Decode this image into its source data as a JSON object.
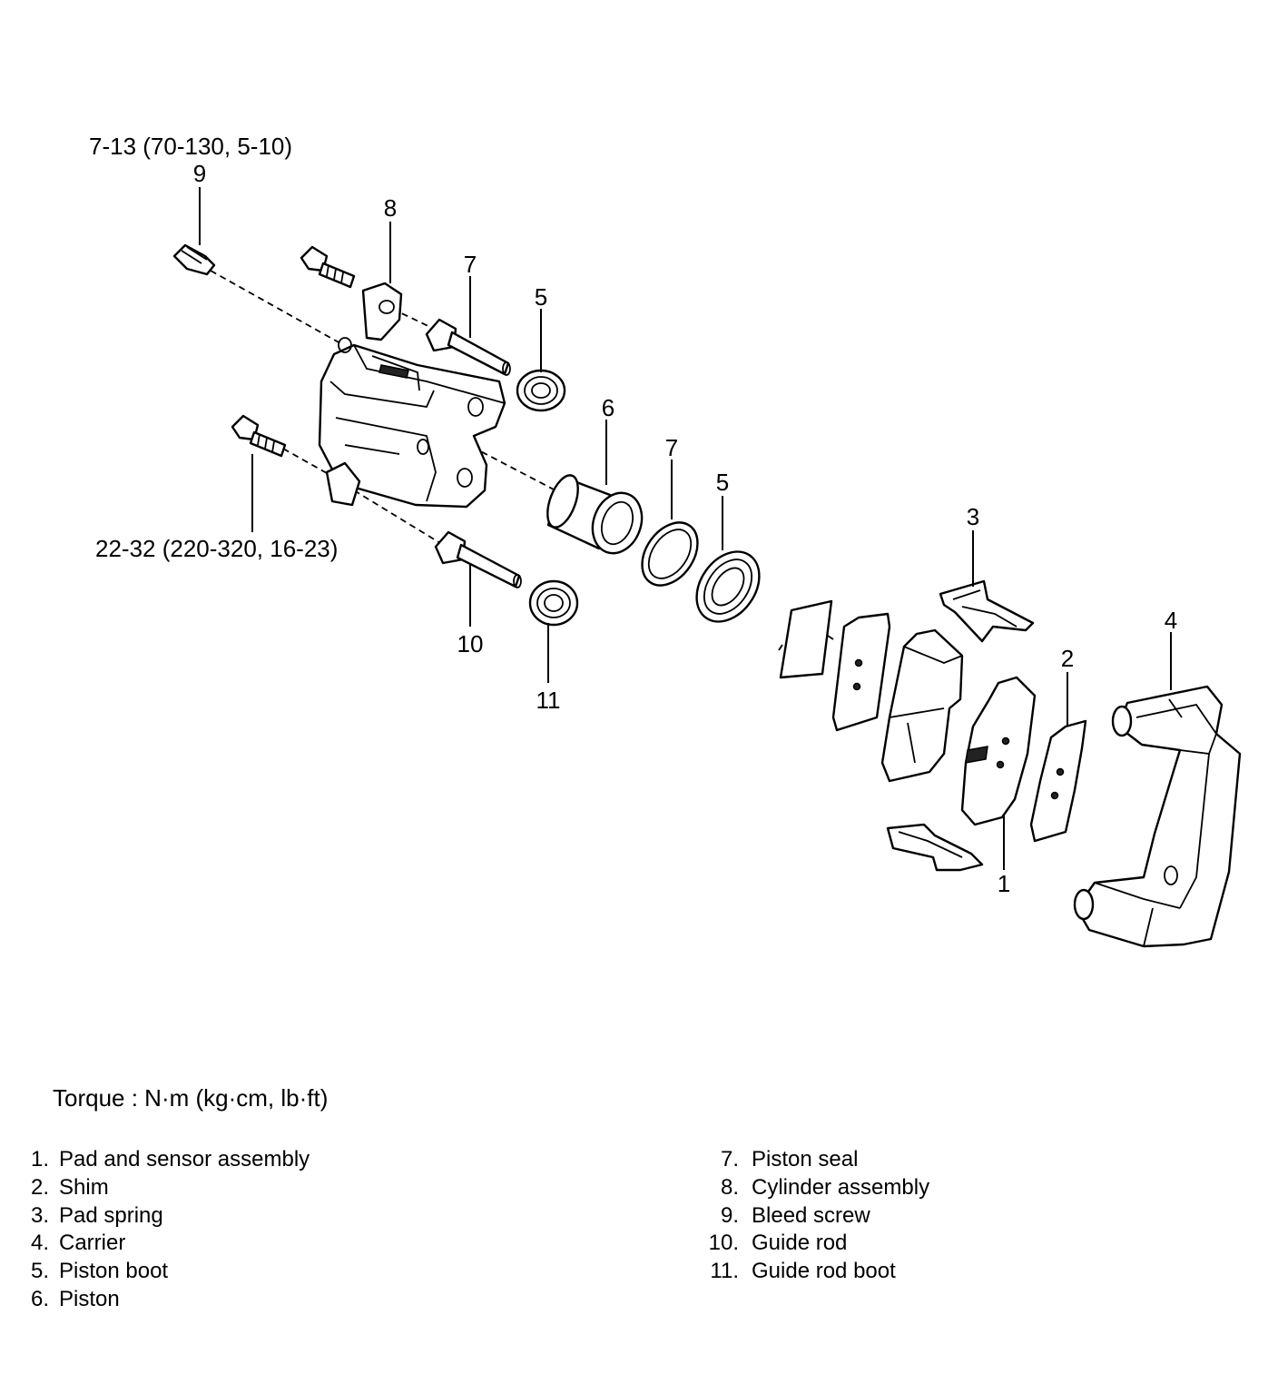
{
  "torque_specs": {
    "bleed_screw": "7-13 (70-130, 5-10)",
    "guide_bolts": "22-32 (220-320, 16-23)"
  },
  "callouts": [
    "1",
    "2",
    "3",
    "4",
    "5",
    "6",
    "7",
    "8",
    "9",
    "10",
    "11"
  ],
  "torque_note": "Torque : N·m (kg·cm, lb·ft)",
  "legend_left": [
    {
      "num": "1.",
      "text": "Pad and sensor assembly"
    },
    {
      "num": "2.",
      "text": "Shim"
    },
    {
      "num": "3.",
      "text": "Pad spring"
    },
    {
      "num": "4.",
      "text": "Carrier"
    },
    {
      "num": "5.",
      "text": "Piston boot"
    },
    {
      "num": "6.",
      "text": "Piston"
    }
  ],
  "legend_right": [
    {
      "num": "7.",
      "text": "Piston seal"
    },
    {
      "num": "8.",
      "text": "Cylinder assembly"
    },
    {
      "num": "9.",
      "text": "Bleed screw"
    },
    {
      "num": "10.",
      "text": "Guide rod"
    },
    {
      "num": "11.",
      "text": "Guide rod boot"
    }
  ]
}
